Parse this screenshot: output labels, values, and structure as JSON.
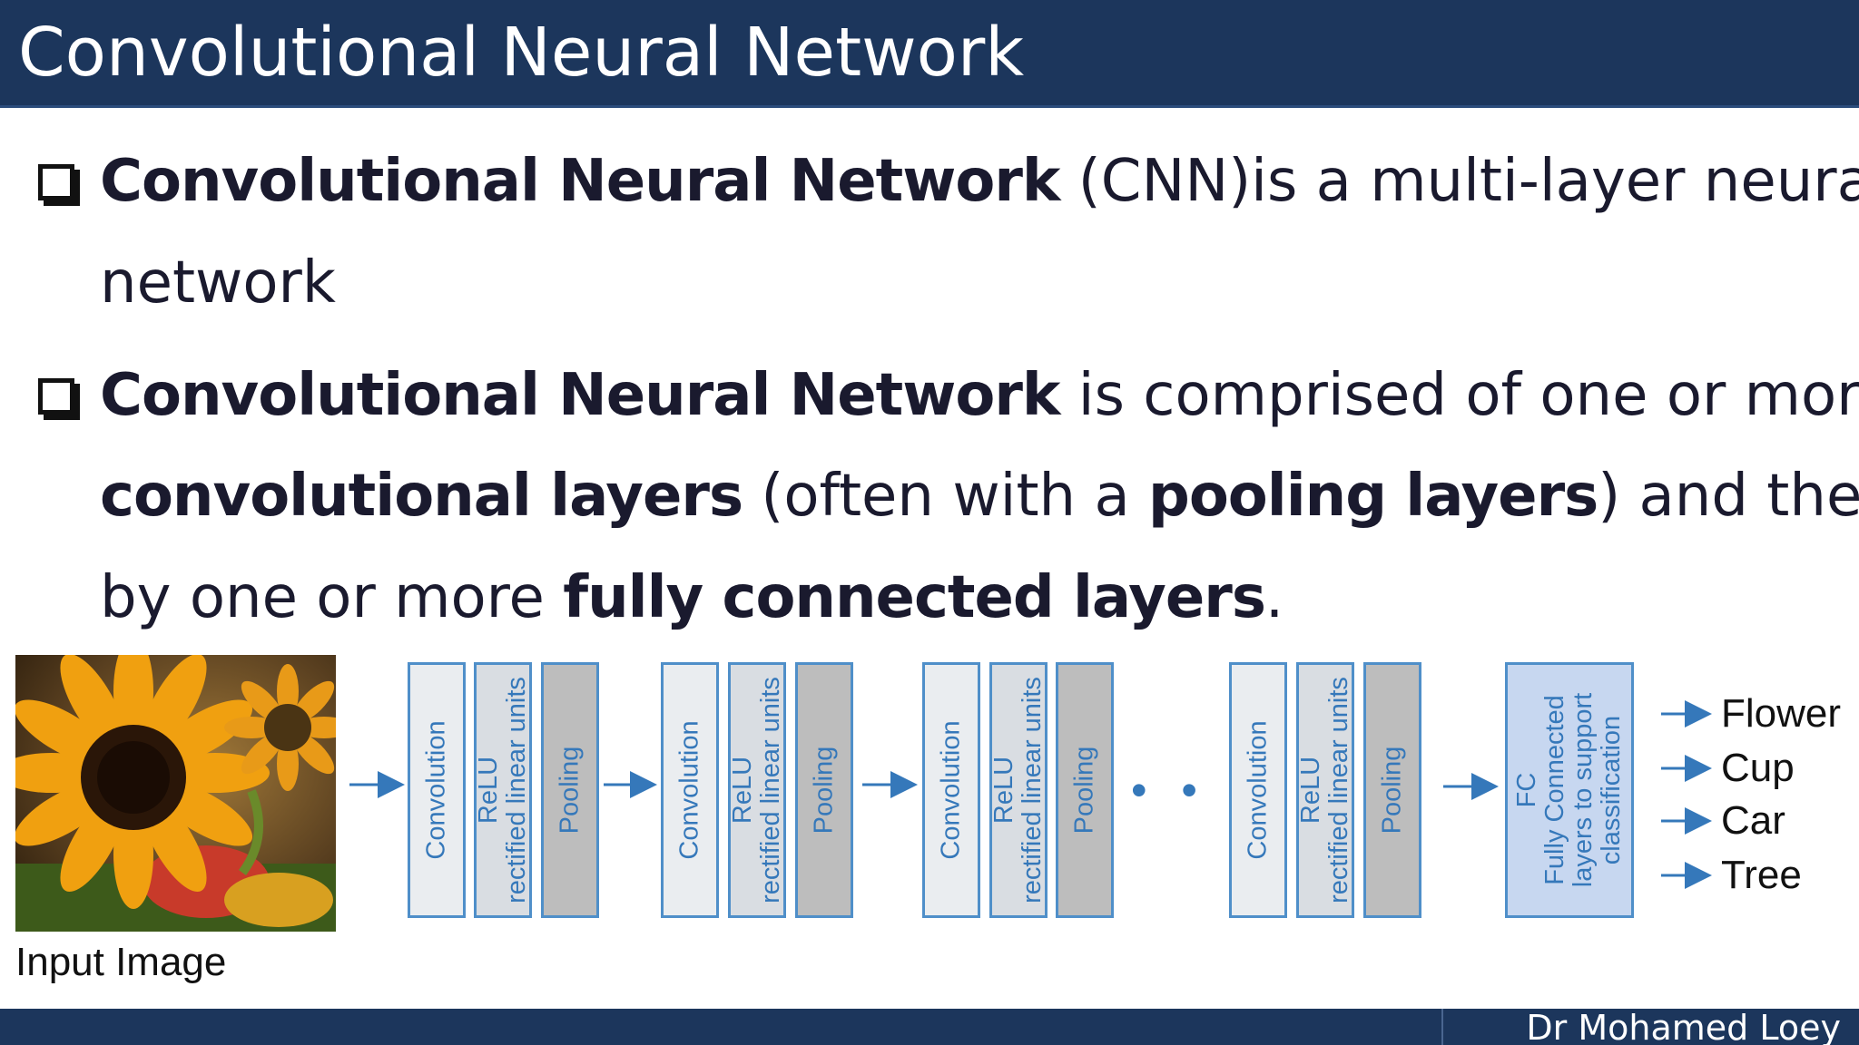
{
  "title": "Convolutional Neural Network",
  "bullets": {
    "b1": {
      "line1": {
        "t1": "Convolutional Neural Network",
        "t2": " (CNN)is a multi-layer neural"
      },
      "line2": "network"
    },
    "b2": {
      "line1": {
        "t1": "Convolutional Neural Network",
        "t2": " is comprised of one or more"
      },
      "line2": {
        "t1": "convolutional layers",
        "t2": " (often with a ",
        "t3": "pooling layers",
        "t4": ") and then followed"
      },
      "line3": {
        "t1": "by one or more ",
        "t2": "fully connected layers",
        "t3": "."
      }
    }
  },
  "diagram": {
    "input_label": "Input Image",
    "layer_labels": {
      "conv": "Convolution",
      "relu_1": "ReLU",
      "relu_2": "rectified linear units",
      "pool": "Pooling"
    },
    "ellipsis": "• • •",
    "fc": {
      "line1": "FC",
      "line2": "Fully Connected",
      "line3": "layers to support",
      "line4": "classification"
    },
    "outputs": [
      "Flower",
      "Cup",
      "Car",
      "Tree"
    ],
    "accent_color": "#3578ba"
  },
  "footer": {
    "author": "Dr Mohamed Loey"
  },
  "colors": {
    "header_bg": "#1c365c",
    "text": "#1a1a2e"
  }
}
